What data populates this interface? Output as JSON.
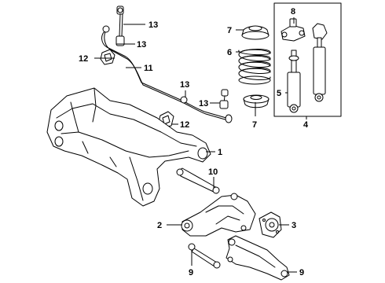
{
  "callouts": [
    {
      "id": "c13a",
      "label": "13"
    },
    {
      "id": "c13b",
      "label": "13"
    },
    {
      "id": "c12a",
      "label": "12"
    },
    {
      "id": "c11",
      "label": "11"
    },
    {
      "id": "c13c",
      "label": "13"
    },
    {
      "id": "c13d",
      "label": "13"
    },
    {
      "id": "c12b",
      "label": "12"
    },
    {
      "id": "c1",
      "label": "1"
    },
    {
      "id": "c10",
      "label": "10"
    },
    {
      "id": "c2",
      "label": "2"
    },
    {
      "id": "c3",
      "label": "3"
    },
    {
      "id": "c9a",
      "label": "9"
    },
    {
      "id": "c9b",
      "label": "9"
    },
    {
      "id": "c7a",
      "label": "7"
    },
    {
      "id": "c6",
      "label": "6"
    },
    {
      "id": "c7b",
      "label": "7"
    },
    {
      "id": "c8",
      "label": "8"
    },
    {
      "id": "c5",
      "label": "5"
    },
    {
      "id": "c4",
      "label": "4"
    }
  ]
}
